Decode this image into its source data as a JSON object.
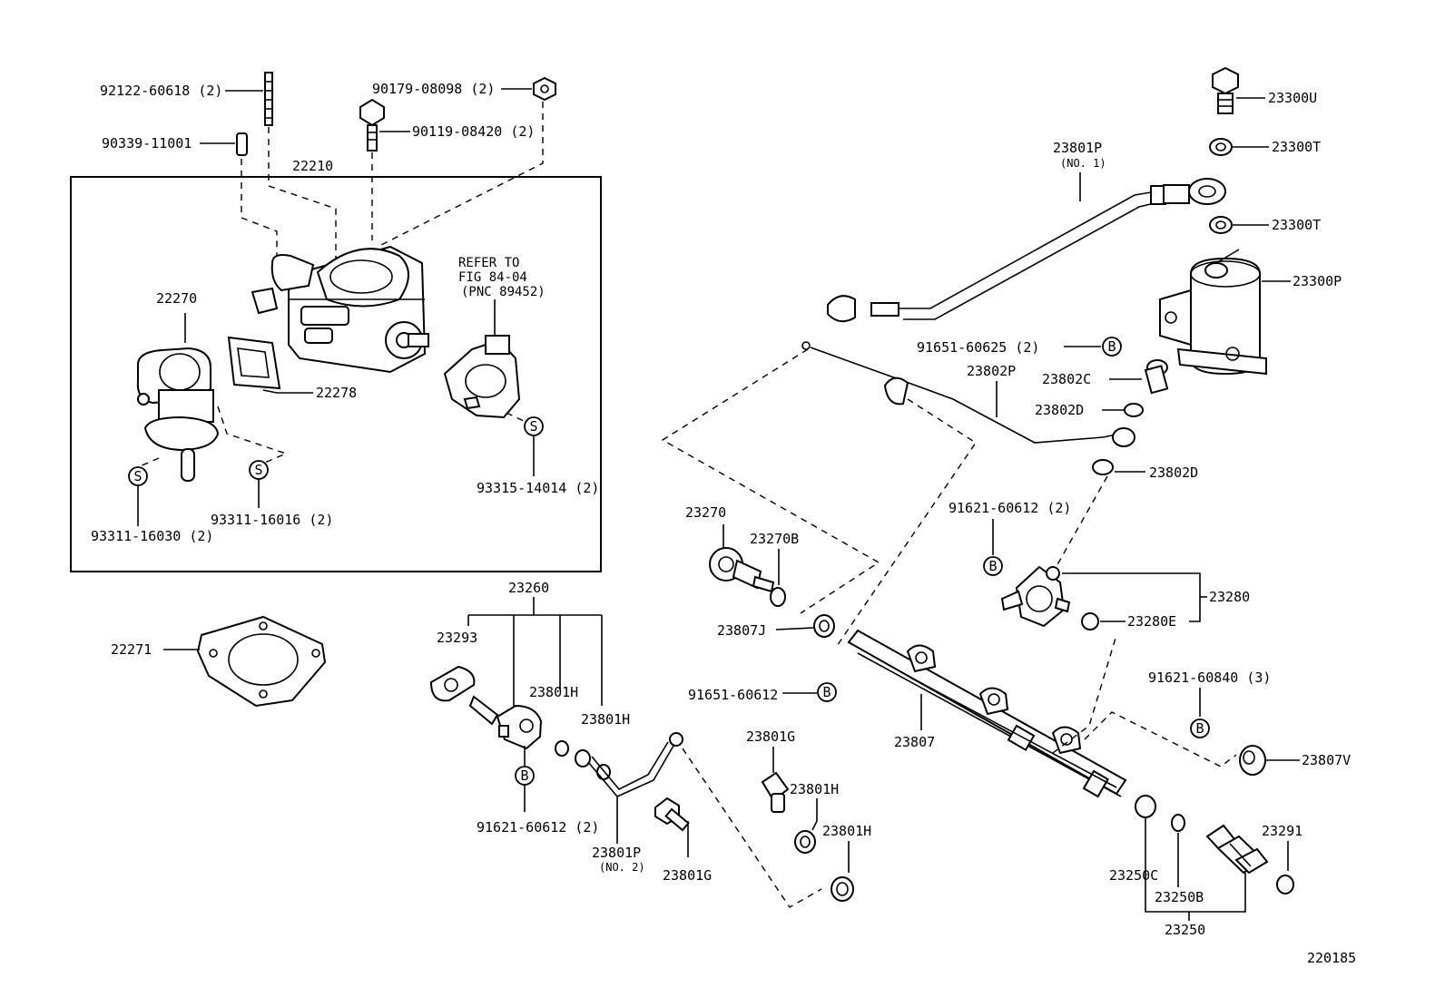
{
  "figure_number": "220185",
  "group_box_label": "22210",
  "refer_note": [
    "REFER TO",
    "FIG 84-04",
    "(PNC 89452)"
  ],
  "labels": {
    "p92122": "92122-60618 (2)",
    "p90339": "90339-11001",
    "p90179": "90179-08098 (2)",
    "p90119": "90119-08420 (2)",
    "p22270": "22270",
    "p22278": "22278",
    "p93311a": "93311-16030 (2)",
    "p93311b": "93311-16016 (2)",
    "p93315": "93315-14014 (2)",
    "p22271": "22271",
    "p23260": "23260",
    "p23293": "23293",
    "p23801H_a": "23801H",
    "p23801H_b": "23801H",
    "p91621_left": "91621-60612 (2)",
    "p23801P_no2": "23801P",
    "p23801P_no2_sub": "(NO. 2)",
    "p23801G_a": "23801G",
    "p23801G_b": "23801G",
    "p23801H_c": "23801H",
    "p23801H_d": "23801H",
    "p23270": "23270",
    "p23270B": "23270B",
    "p23807J": "23807J",
    "p91651_612": "91651-60612",
    "p23807": "23807",
    "p23801P_no1": "23801P",
    "p23801P_no1_sub": "(NO. 1)",
    "p23802P": "23802P",
    "p91651_625": "91651-60625 (2)",
    "p23802C": "23802C",
    "p23802D_a": "23802D",
    "p23802D_b": "23802D",
    "p23300U": "23300U",
    "p23300T_a": "23300T",
    "p23300T_b": "23300T",
    "p23300P": "23300P",
    "p91621_mid": "91621-60612 (2)",
    "p23280": "23280",
    "p23280E": "23280E",
    "p91621_840": "91621-60840 (3)",
    "p23807V": "23807V",
    "p23291": "23291",
    "p23250C": "23250C",
    "p23250B": "23250B",
    "p23250": "23250"
  },
  "badges": {
    "s": "S",
    "b": "B"
  }
}
